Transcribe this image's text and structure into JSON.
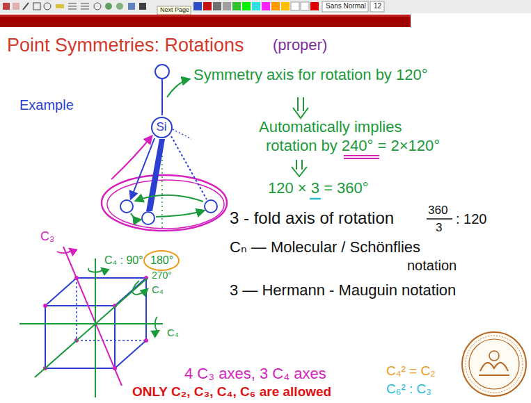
{
  "diagram": {
    "title": "Point Symmetries: Rotations",
    "nodes": [
      {
        "text": [
          "Si"
        ]
      }
    ],
    "labels": [
      "Next Page",
      "Sans Normal",
      "12",
      "(proper)",
      "Example",
      "Symmetry axis for rotation by 120°",
      "Automatically implies",
      "rotation by 240° = 2×120°",
      "120 × 3 = 360°",
      "3 - fold axis of rotation",
      "360",
      "3",
      ": 120",
      "Cₙ — Molecular / Schönflies",
      "notation",
      "3 — Hermann - Mauguin notation",
      "C₃",
      "C₄ : 90°",
      "180°",
      "270°",
      "C₄",
      "C₄",
      "4 C₃ axes, 3 C₄ axes",
      "C₄² = C₂",
      "C₆² : C₃",
      "ONLY C₂, C₃, C₄, C₆ are allowed"
    ]
  }
}
